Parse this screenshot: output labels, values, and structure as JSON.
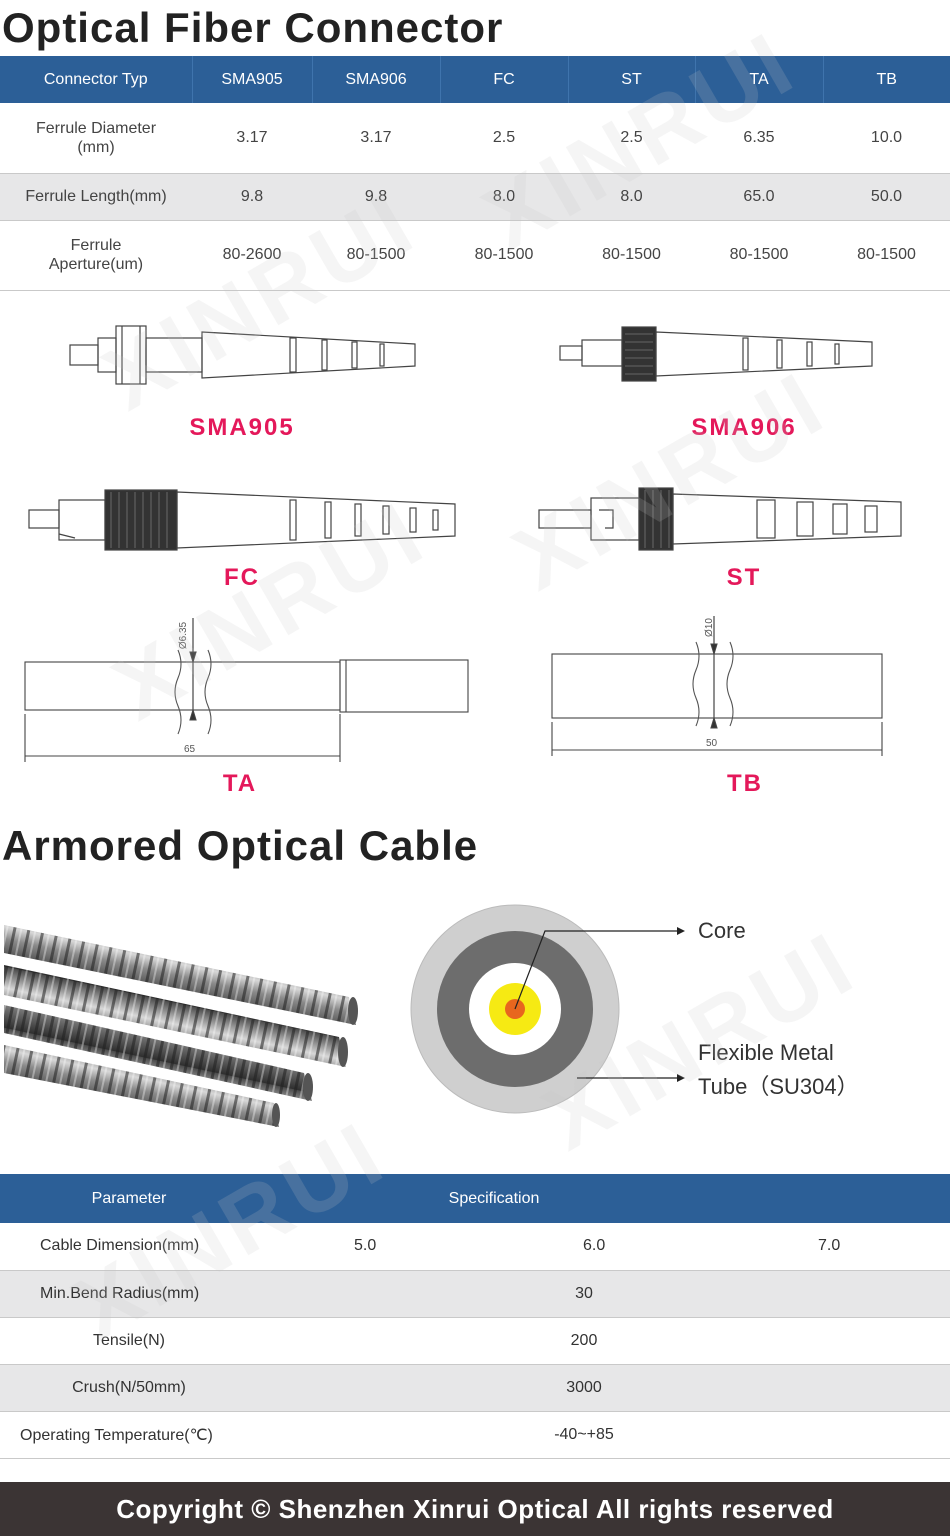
{
  "titles": {
    "connector": "Optical Fiber Connector",
    "cable": "Armored Optical Cable"
  },
  "connector_table": {
    "headers": [
      "Connector Typ",
      "SMA905",
      "SMA906",
      "FC",
      "ST",
      "TA",
      "TB"
    ],
    "rows": [
      {
        "label_line1": "Ferrule Diameter",
        "label_line2": "(mm)",
        "values": [
          "3.17",
          "3.17",
          "2.5",
          "2.5",
          "6.35",
          "10.0"
        ]
      },
      {
        "label_line1": "Ferrule Length(mm)",
        "label_line2": "",
        "values": [
          "9.8",
          "9.8",
          "8.0",
          "8.0",
          "65.0",
          "50.0"
        ]
      },
      {
        "label_line1": "Ferrule",
        "label_line2": "Aperture(um)",
        "values": [
          "80-2600",
          "80-1500",
          "80-1500",
          "80-1500",
          "80-1500",
          "80-1500"
        ]
      }
    ]
  },
  "drawings": {
    "sma905": "SMA905",
    "sma906": "SMA906",
    "fc": "FC",
    "st": "ST",
    "ta": "TA",
    "tb": "TB",
    "ta_diameter": "Ø6.35",
    "ta_length": "65",
    "tb_diameter": "Ø10",
    "tb_length": "50"
  },
  "cable_callouts": {
    "core": "Core",
    "tube_line1": "Flexible Metal",
    "tube_line2": "Tube（SU304）"
  },
  "spec_table": {
    "headers": [
      "Parameter",
      "Specification"
    ],
    "rows": [
      {
        "param": "Cable Dimension(mm)",
        "values": [
          "5.0",
          "6.0",
          "7.0"
        ]
      },
      {
        "param": "Min.Bend Radius(mm)",
        "values": [
          "30"
        ]
      },
      {
        "param": "Tensile(N)",
        "values": [
          "200"
        ]
      },
      {
        "param": "Crush(N/50mm)",
        "values": [
          "3000"
        ]
      },
      {
        "param": "Operating Temperature(℃)",
        "values": [
          "-40~+85"
        ]
      }
    ]
  },
  "watermark": "XINRUI",
  "footer": "Copyright © Shenzhen Xinrui Optical All rights reserved",
  "colors": {
    "header_blue": "#2c5f97",
    "label_red": "#e4185a",
    "footer_bg": "#3b3434",
    "core_orange": "#e8661e",
    "core_yellow": "#f6ea13"
  }
}
